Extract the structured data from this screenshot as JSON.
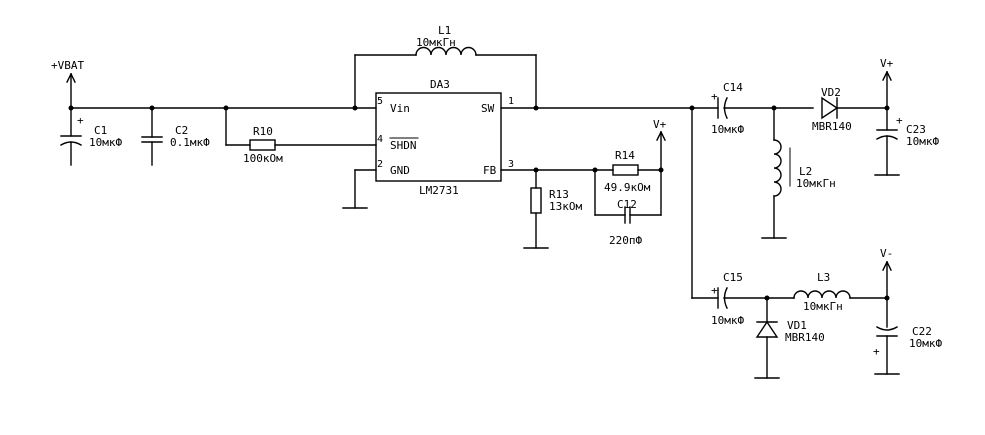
{
  "power": {
    "vbat": "+VBAT",
    "vplus_fb": "V+",
    "vplus_out": "V+",
    "vminus_out": "V-"
  },
  "ic": {
    "ref": "DA3",
    "part": "LM2731",
    "pins": {
      "vin_num": "5",
      "vin": "Vin",
      "shdn_num": "4",
      "shdn": "SHDN",
      "gnd_num": "2",
      "gnd": "GND",
      "sw_num": "1",
      "sw": "SW",
      "fb_num": "3",
      "fb": "FB"
    }
  },
  "components": {
    "c1": {
      "ref": "C1",
      "value": "10мкФ",
      "polarity": "+"
    },
    "c2": {
      "ref": "C2",
      "value": "0.1мкФ"
    },
    "r10": {
      "ref": "R10",
      "value": "100кОм"
    },
    "l1": {
      "ref": "L1",
      "value": "10мкГн"
    },
    "r13": {
      "ref": "R13",
      "value": "13кОм"
    },
    "r14": {
      "ref": "R14",
      "value": "49.9кОм"
    },
    "c12": {
      "ref": "C12",
      "value": "220пФ"
    },
    "c14": {
      "ref": "C14",
      "value": "10мкФ",
      "polarity": "+"
    },
    "l2": {
      "ref": "L2",
      "value": "10мкГн"
    },
    "vd2": {
      "ref": "VD2",
      "value": "MBR140"
    },
    "c23": {
      "ref": "C23",
      "value": "10мкФ",
      "polarity": "+"
    },
    "c15": {
      "ref": "C15",
      "value": "10мкФ",
      "polarity": "+"
    },
    "l3": {
      "ref": "L3",
      "value": "10мкГн"
    },
    "vd1": {
      "ref": "VD1",
      "value": "MBR140"
    },
    "c22": {
      "ref": "C22",
      "value": "10мкФ",
      "polarity": "+"
    }
  }
}
